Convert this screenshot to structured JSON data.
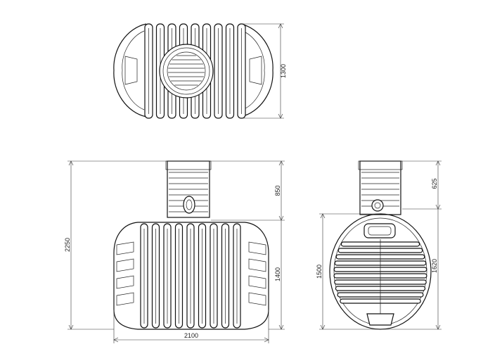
{
  "dimensions": {
    "top_view_width": "1300",
    "front_overall_height": "2250",
    "front_neck_height": "850",
    "front_body_height": "1400",
    "front_width": "2100",
    "side_neck_height": "625",
    "side_body_width": "1500",
    "side_body_height": "1620"
  }
}
